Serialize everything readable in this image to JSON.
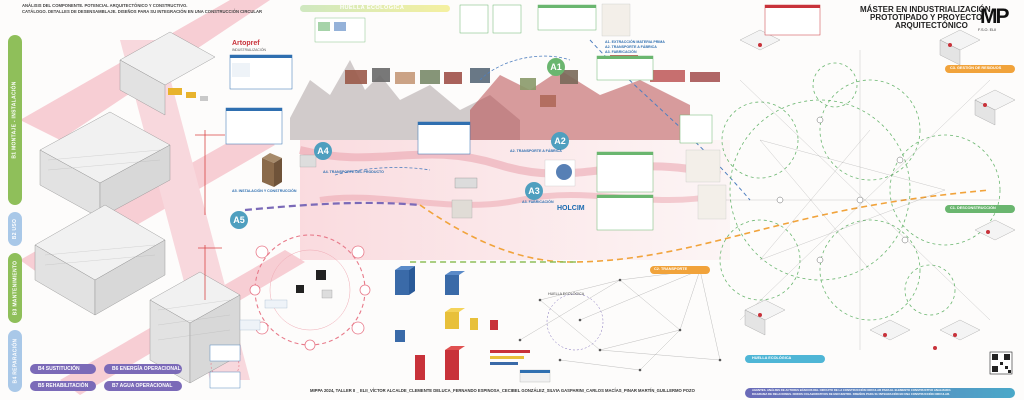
{
  "header": {
    "line1": "ANÁLISIS DEL COMPONENTE. POTENCIAL ARQUITECTÓNICO Y CONSTRUCTIVO.",
    "line2": "CATÁLOGO. DETALLES DE DESENSAMBLAJE. DISEÑOS PARA SU INTEGRACIÓN EN UNA CONSTRUCCIÓN CIRCULAR"
  },
  "banner": {
    "label": "HUELLA ECOLÓGICA"
  },
  "master": {
    "line1": "MÁSTER EN INDUSTRIALIZACIÓN",
    "line2": "PROTOTIPADO Y PROYECTO",
    "line3": "ARQUITECTÓNICO",
    "logo": "MP",
    "logo_sub": "F.S.O.  ELII"
  },
  "brand": {
    "name": "Artopref",
    "sub": "INDUSTRIALIZACIÓN"
  },
  "holcim": "HOLCIM",
  "stages": [
    {
      "id": "A1",
      "color": "#6ab66f"
    },
    {
      "id": "A2",
      "color": "#4f9fbf"
    },
    {
      "id": "A3",
      "color": "#4f9fbf"
    },
    {
      "id": "A4",
      "color": "#4f9fbf"
    },
    {
      "id": "A5",
      "color": "#4f9fbf"
    }
  ],
  "labels": {
    "a1": "A1. EXTRACCIÓN MATERIA PRIMA\nA2. TRANSPORTE A FÁBRICA\nA3. FABRICACIÓN",
    "a2": "A2. TRANSPORTE A FÁBRICA",
    "a3": "A3. FABRICACIÓN",
    "a4": "A4. TRANSPORTE DEL PRODUCTO",
    "a5": "A5. INSTALACIÓN Y CONSTRUCCIÓN",
    "c2": "C2. TRANSPORTE",
    "c3": "C3. GESTIÓN DE RESIDUOS",
    "c1": "C1. DESCONSTRUCCIÓN",
    "huella": "HUELLA ECOLÓGICA",
    "huella_small": "HUELLA ECOLÓGICA"
  },
  "sidebar": [
    {
      "label": "B1 MONTAJE - INSTALACIÓN",
      "color": "#8fbf5a"
    },
    {
      "label": "B2 USO",
      "color": "#a9c8e8"
    },
    {
      "label": "B3 MANTENIMIENTO",
      "color": "#8fbf5a"
    },
    {
      "label": "B4 REPARACIÓN",
      "color": "#a9c8e8"
    }
  ],
  "pills": [
    {
      "label": "B4 SUSTITUCIÓN",
      "color": "#7b6ab8"
    },
    {
      "label": "B5 REHABILITACIÓN",
      "color": "#7b6ab8"
    },
    {
      "label": "B6 ENERGÍA OPERACIONAL",
      "color": "#7b6ab8"
    },
    {
      "label": "B7 AGUA OPERACIONAL",
      "color": "#7b6ab8"
    }
  ],
  "footer": {
    "credits": "MIPPA 2024, TALLER II _ ELII_VÍCTOR ALCALDE_CLEMENTE DELUCA_FERNANDO ESPINOSA_CECIBEL GONZÁLEZ_SILVIA GASPARINI_CARLOS MACÍAS_PINAR MARTÍN_GUILLERMO POZO",
    "note": "AGENTES. ANÁLISIS DE ACTORES BÁSICOS DEL CIRCUITO DE LA CONSTRUCCIÓN CIRCULAR PARA EL ELEMENTO CONSTRUCTIVO ANALIZADO.\nDIAGRAMA DE RELACIONES. NODOS COLABORATIVOS DE ENCUENTRO. DISEÑOS PARA SU INTEGRACIÓN EN UNA CONSTRUCCIÓN CIRCULAR."
  },
  "colors": {
    "accent_pink": "#f2a3ae",
    "accent_green": "#6ab66f",
    "accent_blue": "#4f9fbf",
    "accent_purple": "#7b6ab8",
    "accent_orange": "#f1a33b"
  }
}
